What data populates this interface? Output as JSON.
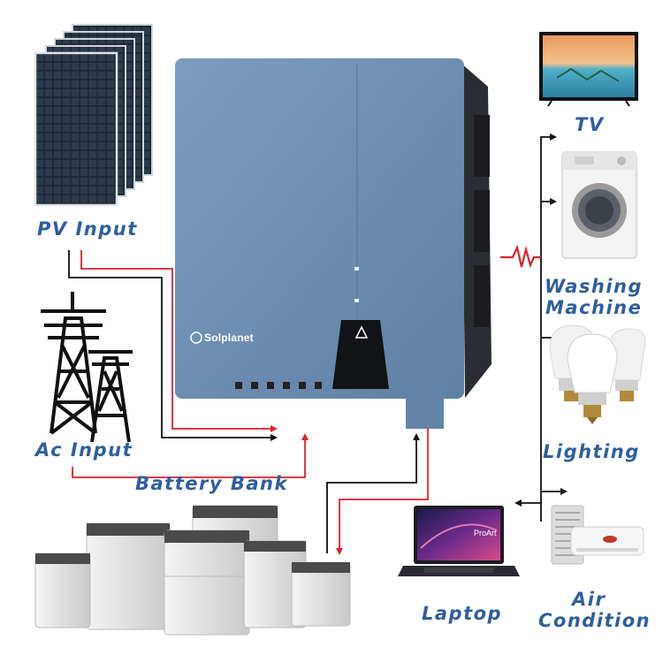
{
  "labels": {
    "pv_input": "PV Input",
    "ac_input": "Ac Input",
    "battery_bank": "Battery Bank",
    "tv": "TV",
    "washing_machine_1": "Washing",
    "washing_machine_2": "Machine",
    "lighting": "Lighting",
    "laptop": "Laptop",
    "air_condition_1": "Air",
    "air_condition_2": "Condition"
  },
  "inverter": {
    "brand": "Solplanet"
  },
  "laptop_screen": {
    "brand": "ProArt"
  },
  "colors": {
    "label_blue": "#2f5f9e",
    "inverter_blue": "#6f90b3",
    "wire_red": "#e0222a",
    "wire_black": "#111111"
  },
  "icons": [
    "solar-panel-icon",
    "transmission-tower-icon",
    "inverter-icon",
    "battery-icon",
    "tv-icon",
    "washing-machine-icon",
    "light-bulb-icon",
    "laptop-icon",
    "air-conditioner-icon",
    "ac-signal-icon"
  ]
}
